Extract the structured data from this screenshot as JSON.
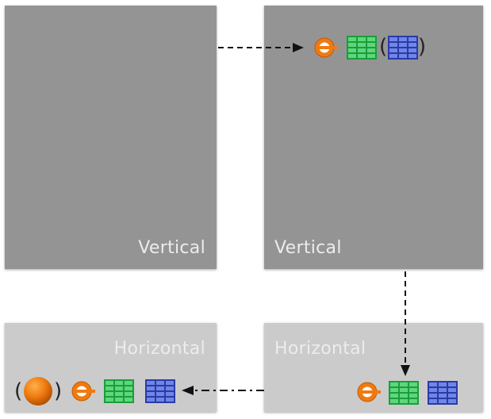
{
  "panels": {
    "top_left": {
      "label": "Vertical"
    },
    "top_right": {
      "label": "Vertical"
    },
    "bottom_left": {
      "label": "Horizontal"
    },
    "bottom_right": {
      "label": "Horizontal"
    }
  },
  "groups": {
    "top_right": {
      "open_paren": "(",
      "close_paren": ")"
    },
    "bottom_left": {
      "open_paren": "(",
      "close_paren": ")"
    }
  },
  "colors": {
    "vertical_panel": "#949494",
    "horizontal_panel": "#cbcbcb",
    "panel_label": "#ececec",
    "orange": "#f07a10",
    "green_grid": "#1a9e3a",
    "blue_grid": "#2b3aa8",
    "arrow": "#111111"
  },
  "icons": [
    "orange-ring-icon",
    "green-grid-icon",
    "blue-grid-icon",
    "orange-ball-icon"
  ]
}
